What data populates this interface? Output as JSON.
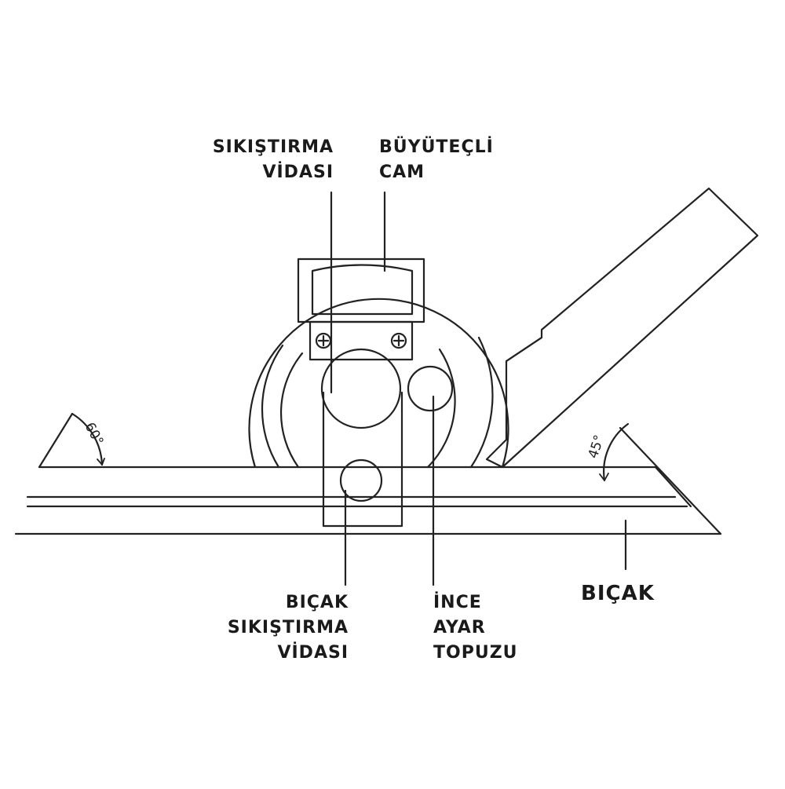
{
  "labels": {
    "sikistirma_vidasi": [
      "SIKIŞTIRMA",
      "VİDASI"
    ],
    "buyutecli_cam": [
      "BÜYÜTEÇLİ",
      "CAM"
    ],
    "bicak_sikistirma_vidasi": [
      "BIÇAK",
      "SIKIŞTIRMA",
      "VİDASI"
    ],
    "ince_ayar_topuzu": [
      "İNCE",
      "AYAR",
      "TOPUZU"
    ],
    "bicak": "BIÇAK"
  },
  "angles": {
    "left": "60°",
    "right": "45°"
  }
}
